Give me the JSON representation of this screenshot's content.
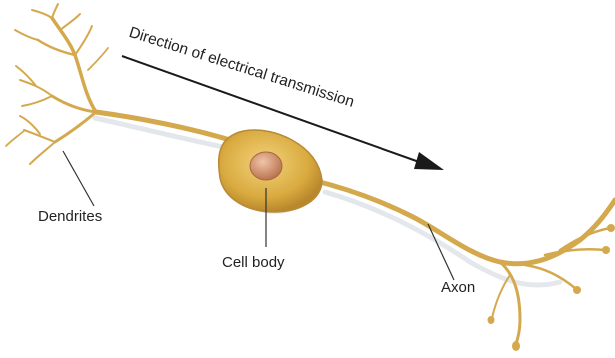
{
  "labels": {
    "direction": "Direction of electrical transmission",
    "dendrites": "Dendrites",
    "cell_body": "Cell body",
    "axon": "Axon"
  },
  "colors": {
    "neuron_fill": "#dcb25a",
    "neuron_stroke": "#b88a35",
    "soma_fill": "#d9aa3f",
    "nucleus_fill": "#c98a5a",
    "shadow": "#d8dde4",
    "arrow": "#1a1a1a",
    "leader_line": "#333333"
  }
}
